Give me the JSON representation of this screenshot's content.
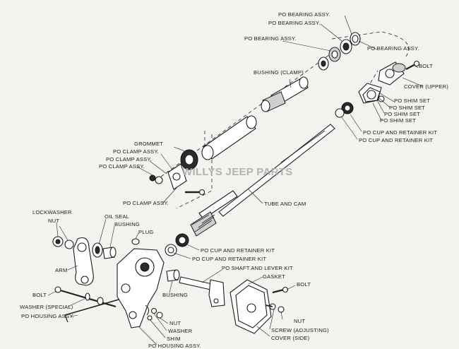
{
  "watermark": "WILLYS JEEP PARTS",
  "labels": {
    "bearing1": "PO BEARING ASSY.",
    "bearing2": "PO BEARING ASSY.",
    "bearing3": "PO BEARING ASSY.",
    "bearing4": "PO BEARING ASSY.",
    "bolt_top": "BOLT",
    "cover_upper": "COVER (UPPER)",
    "bushing_clamp": "BUSHING (CLAMP)",
    "shim1": "PO SHIM SET",
    "shim2": "PO SHIM SET",
    "shim3": "PO SHIM SET",
    "shim4": "PO SHIM SET",
    "cup_top1": "PO CUP AND RETAINER KIT",
    "cup_top2": "PO CUP AND RETAINER KIT",
    "grommet": "GROMMET",
    "clamp1": "PO CLAMP ASSY.",
    "clamp2": "PO CLAMP ASSY.",
    "clamp3": "PO CLAMP ASSY.",
    "clamp4": "PO CLAMP ASSY.",
    "tube_cam": "TUBE AND CAM",
    "lockwasher": "LOCKWASHER",
    "nut_left": "NUT",
    "oil_seal": "OIL SEAL",
    "bushing_left": "BUSHING",
    "plug": "PLUG",
    "arm": "ARM",
    "cup_mid1": "PO CUP AND RETAINER KIT",
    "cup_mid2": "PO CUP AND RETAINER KIT",
    "shaft_lever": "PO SHAFT AND LEVER KIT",
    "gasket": "GASKET",
    "bolt_left": "BOLT",
    "washer_special": "WASHER (SPECIAL)",
    "housing1": "PO HOUSING ASSY.",
    "bushing_low": "BUSHING",
    "bolt_right": "BOLT",
    "nut_low": "NUT",
    "washer_low": "WASHER",
    "shim_low": "SHIM",
    "housing2": "PO HOUSING ASSY.",
    "nut_right": "NUT",
    "screw_adj": "SCREW (ADJUSTING)",
    "cover_side": "COVER (SIDE)"
  }
}
